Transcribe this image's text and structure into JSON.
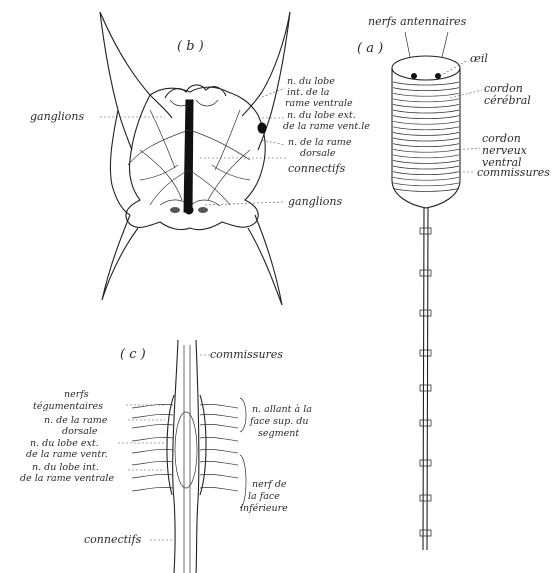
{
  "panel_a": {
    "letter": "( a )",
    "labels": {
      "nerfs_antennaires": "nerfs antennaires",
      "oeil": "œil",
      "cordon_cerebral_1": "cordon",
      "cordon_cerebral_2": "cérébral",
      "cordon_nerveux_1": "cordon",
      "cordon_nerveux_2": "nerveux",
      "cordon_nerveux_3": "ventral",
      "commissures": "commissures"
    }
  },
  "panel_b": {
    "letter": "( b )",
    "labels": {
      "ganglions_left": "ganglions",
      "ganglions_bottom": "ganglions",
      "n_lobe_int_1": "n. du lobe",
      "n_lobe_int_2": "int. de la",
      "n_lobe_int_3": "rame ventrale",
      "n_lobe_ext_1": "n. du lobe ext.",
      "n_lobe_ext_2": "de la rame vent.le",
      "n_rame_dors_1": "n. de la rame",
      "n_rame_dors_2": "dorsale",
      "connectifs": "connectifs"
    }
  },
  "panel_c": {
    "letter": "( c )",
    "labels": {
      "commissures": "commissures",
      "nerfs_teg_1": "nerfs",
      "nerfs_teg_2": "tégumentaires",
      "n_rame_dors_1": "n. de la rame",
      "n_rame_dors_2": "dorsale",
      "n_lobe_ext_1": "n. du lobe ext.",
      "n_lobe_ext_2": "de la rame ventr.",
      "n_lobe_int_1": "n. du lobe int.",
      "n_lobe_int_2": "de la rame ventrale",
      "allant_1": "n. allant à la",
      "allant_2": "face sup. du",
      "allant_3": "segment",
      "face_inf_1": "nerf de",
      "face_inf_2": "la face",
      "face_inf_3": "inférieure",
      "connectifs": "connectifs"
    }
  }
}
